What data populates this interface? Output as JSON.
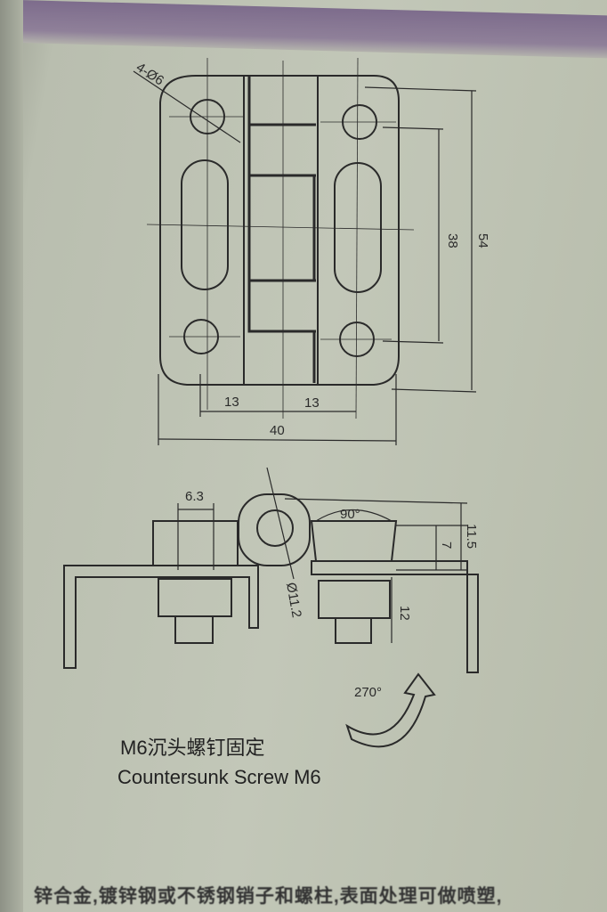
{
  "top_view": {
    "hole_label": "4-Ø6",
    "dim_38": "38",
    "dim_54": "54",
    "dim_13_left": "13",
    "dim_13_right": "13",
    "dim_40": "40"
  },
  "side_view": {
    "dim_6_3": "6.3",
    "angle_90": "90°",
    "dim_11_5": "11.5",
    "dim_7": "7",
    "dia_11_2": "Ø11.2",
    "dim_12": "12",
    "rotation": "270°"
  },
  "caption": {
    "chinese": "M6沉头螺钉固定",
    "english": "Countersunk Screw M6"
  },
  "footer_text": "锌合金,镀锌钢或不锈钢销子和螺柱,表面处理可做喷塑,"
}
